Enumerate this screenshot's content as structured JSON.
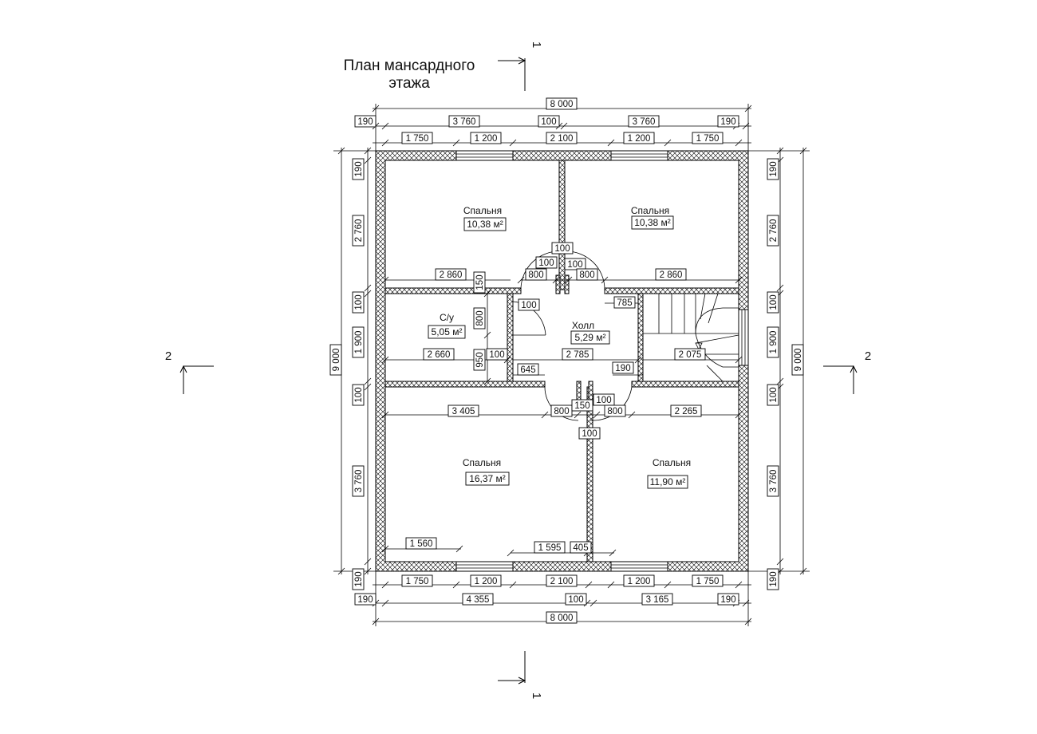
{
  "title": {
    "line1": "План мансардного",
    "line2": "этажа"
  },
  "section_marks": {
    "top": "1",
    "bottom": "1",
    "left": "2",
    "right": "2"
  },
  "rooms": [
    {
      "name": "Спальня",
      "area": "10,38 м²"
    },
    {
      "name": "Спальня",
      "area": "10,38 м²"
    },
    {
      "name": "С/у",
      "area": "5,05 м²"
    },
    {
      "name": "Холл",
      "area": "5,29 м²"
    },
    {
      "name": "Спальня",
      "area": "16,37 м²"
    },
    {
      "name": "Спальня",
      "area": "11,90 м²"
    }
  ],
  "dims": {
    "top_total": "8 000",
    "top_row2": [
      "190",
      "3 760",
      "100",
      "3 760",
      "190"
    ],
    "top_row3": [
      "1 750",
      "1 200",
      "2 100",
      "1 200",
      "1 750"
    ],
    "bottom_row1": [
      "1 750",
      "1 200",
      "2 100",
      "1 200",
      "1 750"
    ],
    "bottom_row2": [
      "190",
      "4 355",
      "100",
      "3 165",
      "190"
    ],
    "bottom_total": "8 000",
    "left_total": "9 000",
    "left_row": [
      "190",
      "2 760",
      "100",
      "1 900",
      "100",
      "3 760",
      "190"
    ],
    "right_total": "9 000",
    "right_row": [
      "190",
      "2 760",
      "100",
      "1 900",
      "100",
      "3 760",
      "190"
    ],
    "interior": {
      "d100a": "100",
      "d100b": "100",
      "d100c": "100",
      "d800a": "800",
      "d800b": "800",
      "d2860a": "2 860",
      "d2860b": "2 860",
      "d150a": "150",
      "d100d": "100",
      "d800v": "800",
      "d785": "785",
      "d2660": "2 660",
      "d950": "950",
      "d100e": "100",
      "d2785": "2 785",
      "d2075": "2 075",
      "d645": "645",
      "d190": "190",
      "d3405": "3 405",
      "d800c": "800",
      "d150b": "150",
      "d100f": "100",
      "d800d": "800",
      "d2265": "2 265",
      "d100g": "100",
      "d1560": "1 560",
      "d1595": "1 595",
      "d405": "405"
    }
  }
}
